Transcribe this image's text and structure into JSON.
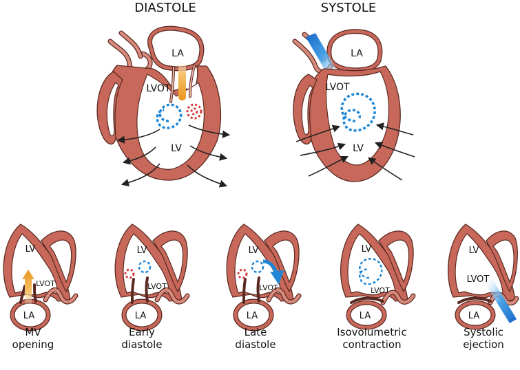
{
  "titles": {
    "diastole": "DIASTOLE",
    "systole": "SYSTOLE"
  },
  "labels": {
    "la": "LA",
    "lv": "LV",
    "lvot": "LVOT"
  },
  "panels": [
    {
      "line1": "MV",
      "line2": "opening"
    },
    {
      "line1": "Early",
      "line2": "diastole"
    },
    {
      "line1": "Late",
      "line2": "diastole"
    },
    {
      "line1": "Isovolumetric",
      "line2": "contraction"
    },
    {
      "line1": "Systolic",
      "line2": "ejection"
    }
  ],
  "colors": {
    "myocardium": "#c8685a",
    "outline": "#5a2a22",
    "inflow_jet": "#f0a830",
    "outflow_jet": "#1f87d6",
    "vortex_blue": "#1f87d6",
    "vortex_red": "#d8383a"
  }
}
